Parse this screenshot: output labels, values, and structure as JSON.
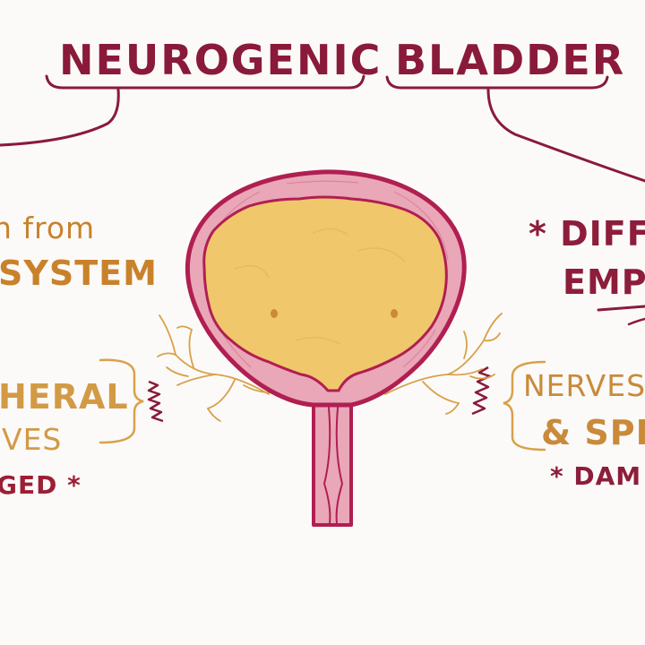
{
  "title": {
    "word1": "NEUROGENIC",
    "word2": "BLADDER"
  },
  "left": {
    "from_text": "n from",
    "system_text": "SYSTEM",
    "peripheral_text": "HERAL",
    "nerves_text": "VES",
    "damaged_text": "GED *"
  },
  "right": {
    "difficulty_text": "* DIFFI",
    "emptying_text": "EMPT",
    "nerves_text": "NERVES",
    "spinal_text": "& SPIN",
    "damaged_text": "* DAM"
  },
  "colors": {
    "title": "#8a1a3a",
    "left_orange": "#c9822b",
    "left_tan": "#d39a45",
    "left_red": "#9c1f35",
    "right_red": "#8d1d3a",
    "right_orange": "#c98a3a",
    "bladder_wall": "#e9a7b8",
    "bladder_outline": "#b01f52",
    "urine": "#f0c76a",
    "lines": "#8a1a3a",
    "nerves": "#d9a14a"
  },
  "icons": {
    "asterisk": "asterisk-icon",
    "bladder": "bladder-illustration",
    "nerve": "nerve-lines"
  }
}
